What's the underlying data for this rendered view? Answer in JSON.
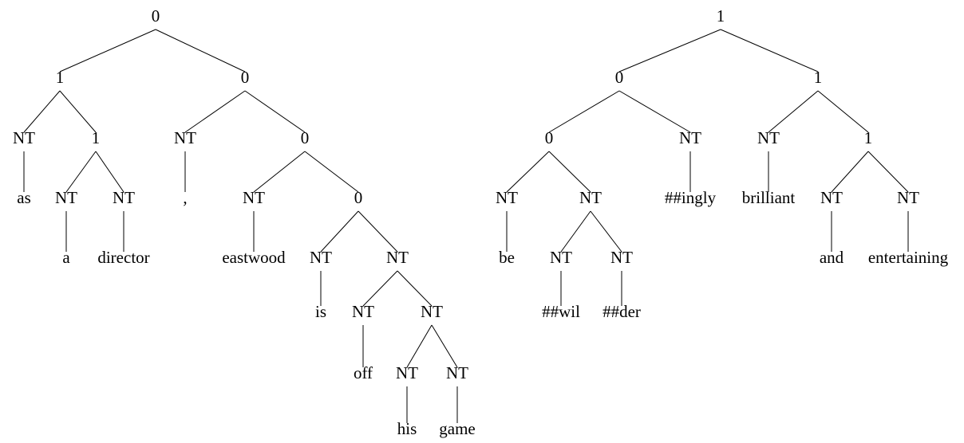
{
  "trees": [
    {
      "label": "0",
      "children": [
        {
          "label": "1",
          "children": [
            {
              "label": "NT",
              "children": [
                {
                  "label": "as"
                }
              ]
            },
            {
              "label": "1",
              "children": [
                {
                  "label": "NT",
                  "children": [
                    {
                      "label": "a"
                    }
                  ]
                },
                {
                  "label": "NT",
                  "children": [
                    {
                      "label": "director"
                    }
                  ]
                }
              ]
            }
          ]
        },
        {
          "label": "0",
          "children": [
            {
              "label": "NT",
              "children": [
                {
                  "label": ","
                }
              ]
            },
            {
              "label": "0",
              "children": [
                {
                  "label": "NT",
                  "children": [
                    {
                      "label": "eastwood"
                    }
                  ]
                },
                {
                  "label": "0",
                  "children": [
                    {
                      "label": "NT",
                      "children": [
                        {
                          "label": "is"
                        }
                      ]
                    },
                    {
                      "label": "NT",
                      "children": [
                        {
                          "label": "NT",
                          "children": [
                            {
                              "label": "off"
                            }
                          ]
                        },
                        {
                          "label": "NT",
                          "children": [
                            {
                              "label": "NT",
                              "children": [
                                {
                                  "label": "his"
                                }
                              ]
                            },
                            {
                              "label": "NT",
                              "children": [
                                {
                                  "label": "game"
                                }
                              ]
                            }
                          ]
                        }
                      ]
                    }
                  ]
                }
              ]
            }
          ]
        }
      ]
    },
    {
      "label": "1",
      "children": [
        {
          "label": "0",
          "children": [
            {
              "label": "0",
              "children": [
                {
                  "label": "NT",
                  "children": [
                    {
                      "label": "be"
                    }
                  ]
                },
                {
                  "label": "NT",
                  "children": [
                    {
                      "label": "NT",
                      "children": [
                        {
                          "label": "##wil"
                        }
                      ]
                    },
                    {
                      "label": "NT",
                      "children": [
                        {
                          "label": "##der"
                        }
                      ]
                    }
                  ]
                }
              ]
            },
            {
              "label": "NT",
              "children": [
                {
                  "label": "##ingly"
                }
              ]
            }
          ]
        },
        {
          "label": "1",
          "children": [
            {
              "label": "NT",
              "children": [
                {
                  "label": "brilliant"
                }
              ]
            },
            {
              "label": "1",
              "children": [
                {
                  "label": "NT",
                  "children": [
                    {
                      "label": "and"
                    }
                  ]
                },
                {
                  "label": "NT",
                  "children": [
                    {
                      "label": "entertaining"
                    }
                  ]
                }
              ]
            }
          ]
        }
      ]
    }
  ]
}
